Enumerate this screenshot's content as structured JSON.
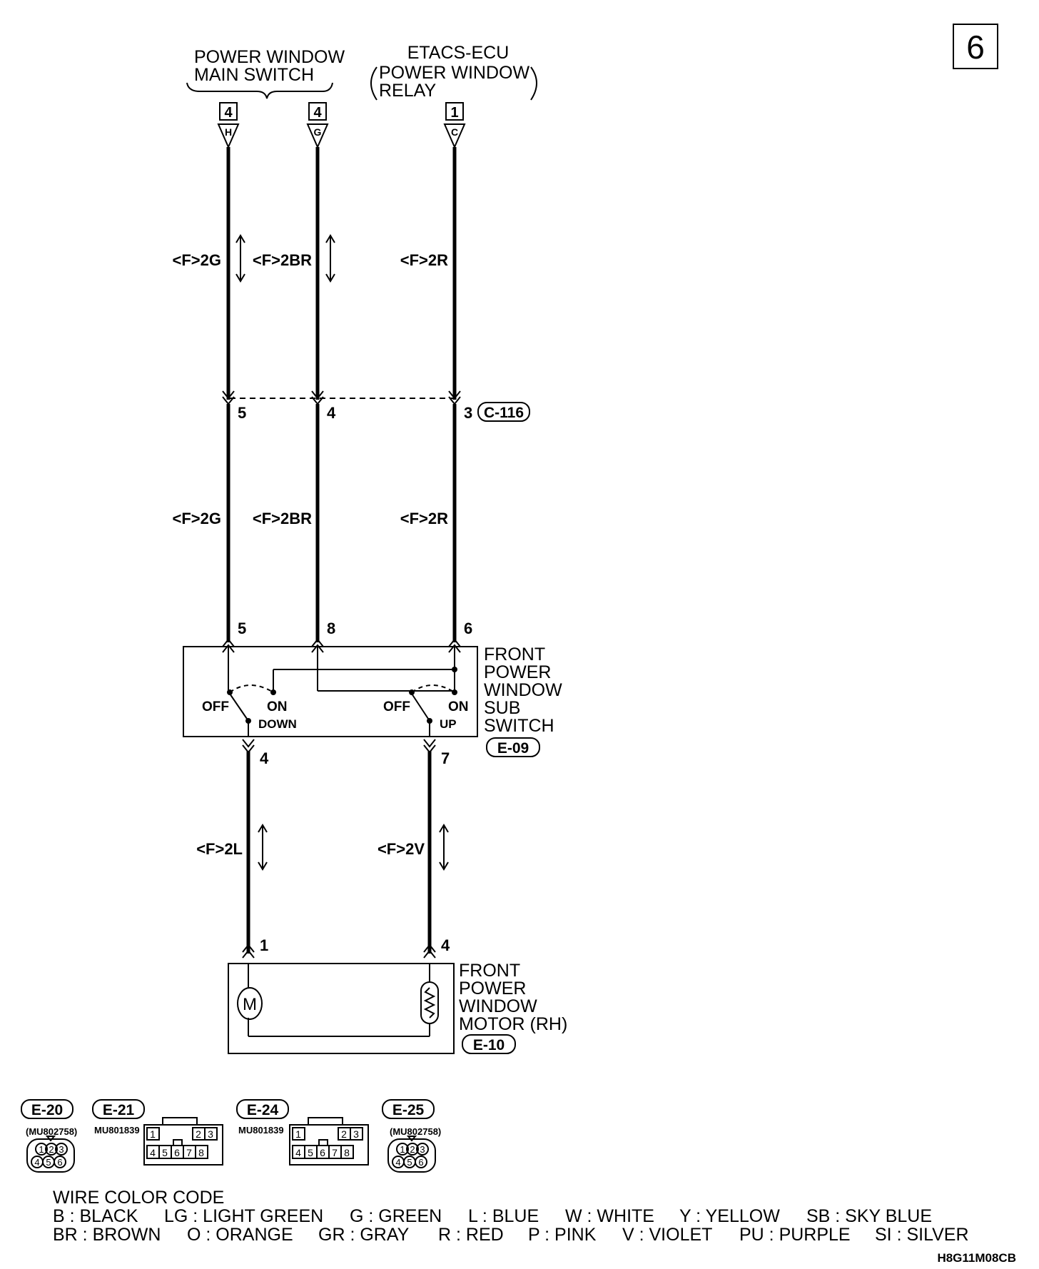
{
  "page_number": "6",
  "top_labels": {
    "main_switch_line1": "POWER WINDOW",
    "main_switch_line2": "MAIN SWITCH",
    "etacs_line1": "ETACS-ECU",
    "etacs_line2": "POWER WINDOW",
    "etacs_line3": "RELAY"
  },
  "terminals": [
    {
      "page": "4",
      "letter": "H"
    },
    {
      "page": "4",
      "letter": "G"
    },
    {
      "page": "1",
      "letter": "C"
    }
  ],
  "wire_labels_upper": [
    "<F>2G",
    "<F>2BR",
    "<F>2R"
  ],
  "wire_labels_middle": [
    "<F>2G",
    "<F>2BR",
    "<F>2R"
  ],
  "junction": {
    "pins": [
      "5",
      "4",
      "3"
    ],
    "connector": "C-116"
  },
  "sub_switch": {
    "pins_top": [
      "5",
      "8",
      "6"
    ],
    "pins_bottom": [
      "4",
      "7"
    ],
    "name_lines": [
      "FRONT",
      "POWER",
      "WINDOW",
      "SUB",
      "SWITCH"
    ],
    "connector": "E-09",
    "left_off": "OFF",
    "left_on": "ON",
    "left_pos": "DOWN",
    "right_off": "OFF",
    "right_on": "ON",
    "right_pos": "UP"
  },
  "wire_labels_lower": [
    "<F>2L",
    "<F>2V"
  ],
  "motor": {
    "pins": [
      "1",
      "4"
    ],
    "name_lines": [
      "FRONT",
      "POWER",
      "WINDOW",
      "MOTOR (RH)"
    ],
    "connector": "E-10",
    "symbol": "M"
  },
  "connectors": [
    {
      "id": "E-20",
      "part": "(MU802758)",
      "pins": [
        "1",
        "2",
        "3",
        "4",
        "5",
        "6"
      ]
    },
    {
      "id": "E-21",
      "part": "MU801839",
      "pins": [
        "1",
        "2",
        "3",
        "4",
        "5",
        "6",
        "7",
        "8"
      ]
    },
    {
      "id": "E-24",
      "part": "MU801839",
      "pins": [
        "1",
        "2",
        "3",
        "4",
        "5",
        "6",
        "7",
        "8"
      ]
    },
    {
      "id": "E-25",
      "part": "(MU802758)",
      "pins": [
        "1",
        "2",
        "3",
        "4",
        "5",
        "6"
      ]
    }
  ],
  "wire_color_code": {
    "title": "WIRE COLOR CODE",
    "row1": [
      "B : BLACK",
      "LG : LIGHT GREEN",
      "G : GREEN",
      "L : BLUE",
      "W : WHITE",
      "Y : YELLOW",
      "SB : SKY BLUE"
    ],
    "row2": [
      "BR : BROWN",
      "O : ORANGE",
      "GR : GRAY",
      "R : RED",
      "P : PINK",
      "V : VIOLET",
      "PU : PURPLE",
      "SI : SILVER"
    ]
  },
  "diagram_code": "H8G11M08CB"
}
